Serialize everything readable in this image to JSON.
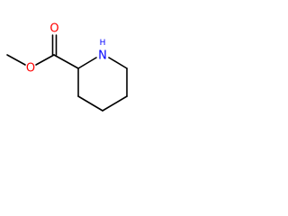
{
  "molecule": {
    "atoms": {
      "carbonyl_oxygen": {
        "symbol": "O",
        "color": "#ff0000"
      },
      "ester_oxygen": {
        "symbol": "O",
        "color": "#ff0000"
      },
      "ring_nitrogen": {
        "symbol": "N",
        "hydrogen": "H",
        "color": "#0000ff"
      }
    },
    "bond_color": "#000000"
  }
}
